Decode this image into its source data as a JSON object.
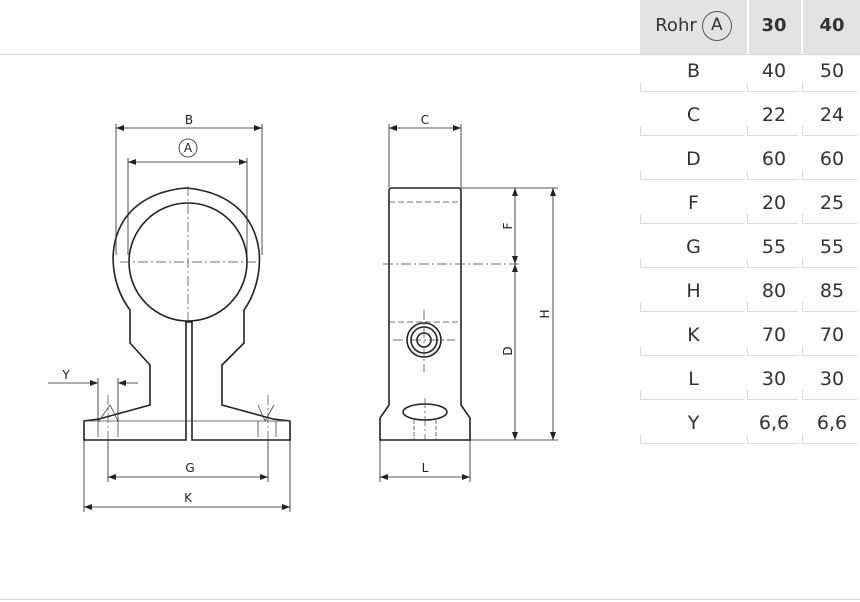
{
  "table": {
    "header": {
      "label": "Rohr",
      "circle": "A",
      "col1": "30",
      "col2": "40"
    },
    "rows": [
      {
        "label": "B",
        "v1": "40",
        "v2": "50"
      },
      {
        "label": "C",
        "v1": "22",
        "v2": "24"
      },
      {
        "label": "D",
        "v1": "60",
        "v2": "60"
      },
      {
        "label": "F",
        "v1": "20",
        "v2": "25"
      },
      {
        "label": "G",
        "v1": "55",
        "v2": "55"
      },
      {
        "label": "H",
        "v1": "80",
        "v2": "85"
      },
      {
        "label": "K",
        "v1": "70",
        "v2": "70"
      },
      {
        "label": "L",
        "v1": "30",
        "v2": "30"
      },
      {
        "label": "Y",
        "v1": "6,6",
        "v2": "6,6"
      }
    ]
  },
  "drawing": {
    "labels": {
      "B": "B",
      "A": "A",
      "C": "C",
      "F": "F",
      "D": "D",
      "H": "H",
      "Y": "Y",
      "G": "G",
      "K": "K",
      "L": "L"
    }
  }
}
